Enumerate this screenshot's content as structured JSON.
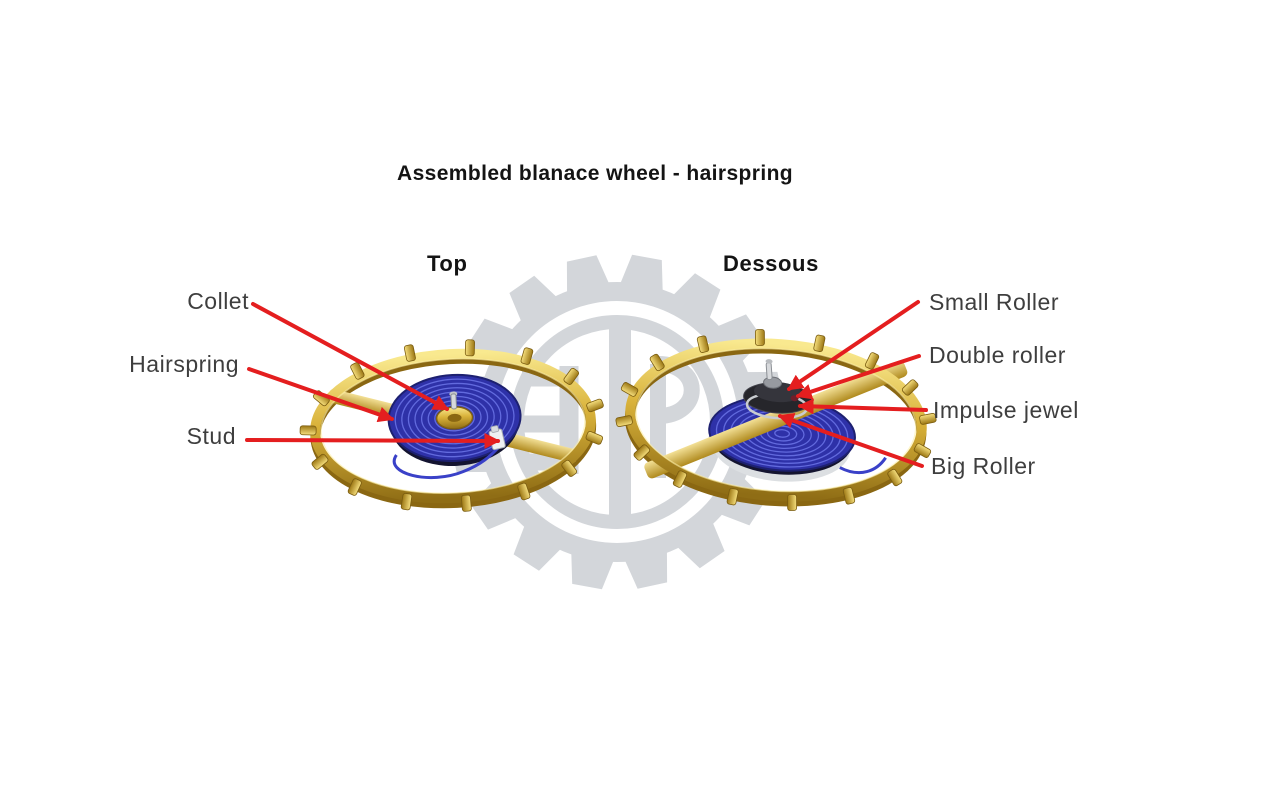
{
  "title": "Assembled blanace wheel - hairspring",
  "views": [
    {
      "id": "top",
      "label": "Top"
    },
    {
      "id": "dessous",
      "label": "Dessous"
    }
  ],
  "callouts": {
    "left": [
      {
        "text": "Collet"
      },
      {
        "text": "Hairspring"
      },
      {
        "text": "Stud"
      }
    ],
    "right": [
      {
        "text": "Small Roller"
      },
      {
        "text": "Double roller"
      },
      {
        "text": "Impulse jewel"
      },
      {
        "text": "Big Roller"
      }
    ]
  },
  "colors": {
    "background": "#ffffff",
    "arrow_red": "#e41e1f",
    "gold": "#c9a22a",
    "hairspring_blue": "#2e31a8",
    "roller_dark": "#26262b",
    "watermark_gray": "#d3d6da",
    "heading_text": "#141414",
    "label_text": "#3e3e3e"
  }
}
